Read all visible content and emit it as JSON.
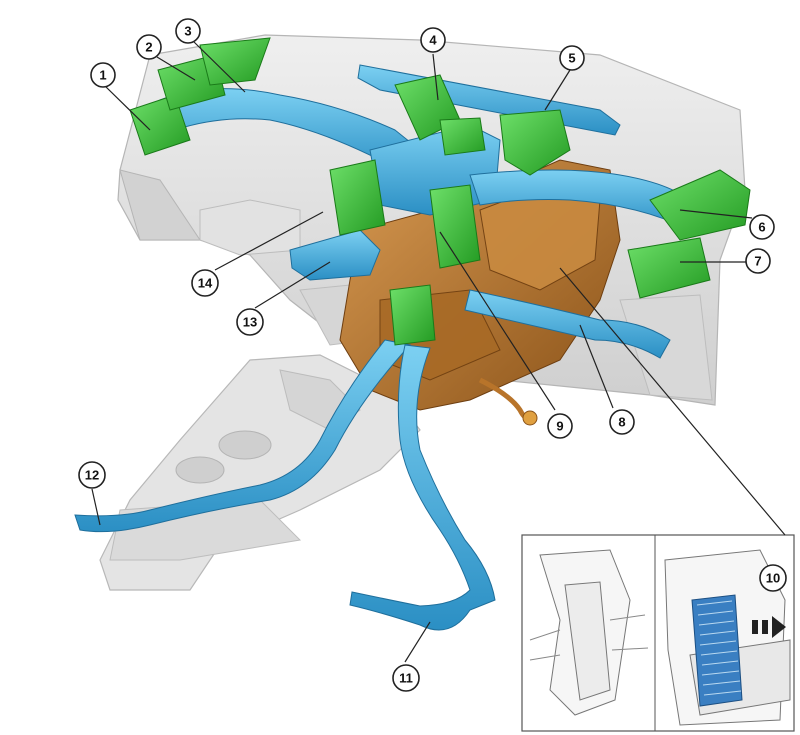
{
  "colors": {
    "duct_blue": "#3aa8d8",
    "vent_green": "#3cc43a",
    "heater_brown": "#b8742a",
    "dash_grey": "#dcdcdc"
  },
  "callouts": [
    {
      "id": "1",
      "label": "1"
    },
    {
      "id": "2",
      "label": "2"
    },
    {
      "id": "3",
      "label": "3"
    },
    {
      "id": "4",
      "label": "4"
    },
    {
      "id": "5",
      "label": "5"
    },
    {
      "id": "6",
      "label": "6"
    },
    {
      "id": "7",
      "label": "7"
    },
    {
      "id": "8",
      "label": "8"
    },
    {
      "id": "9",
      "label": "9"
    },
    {
      "id": "10",
      "label": "10"
    },
    {
      "id": "11",
      "label": "11"
    },
    {
      "id": "12",
      "label": "12"
    },
    {
      "id": "13",
      "label": "13"
    },
    {
      "id": "14",
      "label": "14"
    }
  ]
}
